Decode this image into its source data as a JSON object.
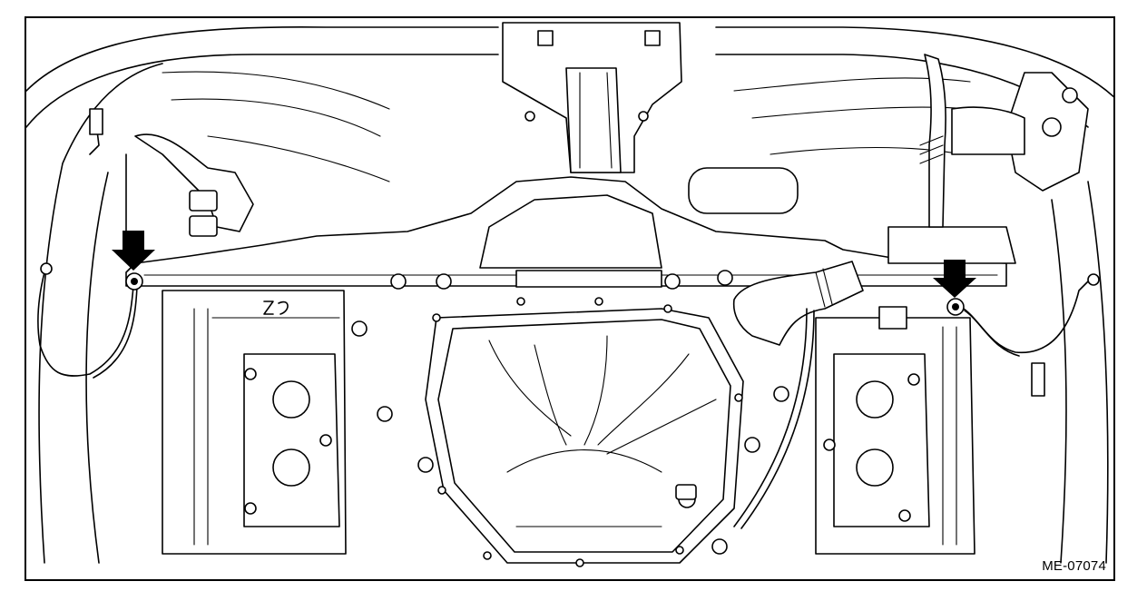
{
  "figure": {
    "id_label": "ME-07074"
  },
  "callouts": [
    {
      "name": "left-ground-terminal-arrow",
      "icon": "arrow-down-icon"
    },
    {
      "name": "right-ground-terminal-arrow",
      "icon": "arrow-down-icon"
    }
  ],
  "colors": {
    "line": "#000000",
    "background": "#ffffff"
  }
}
